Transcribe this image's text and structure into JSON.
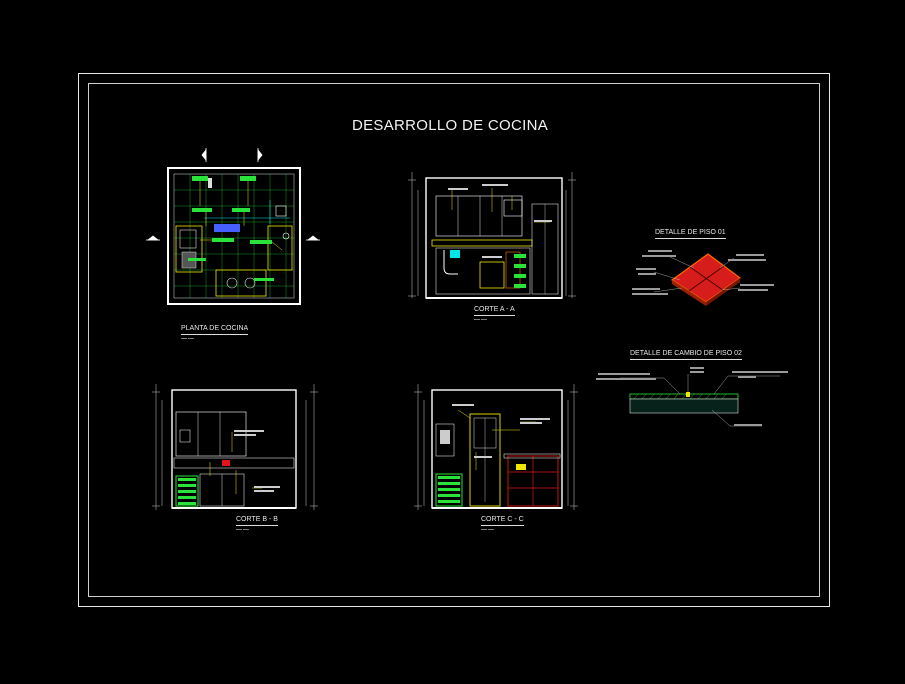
{
  "title": "DESARROLLO DE COCINA",
  "views": {
    "plan": {
      "label": "PLANTA  DE COCINA"
    },
    "section_a": {
      "label": "CORTE A - A"
    },
    "section_b": {
      "label": "CORTE B - B"
    },
    "section_c": {
      "label": "CORTE C - C"
    },
    "detail_1": {
      "label": "DETALLE DE  PISO 01"
    },
    "detail_2": {
      "label": "DETALLE DE  CAMBIO DE PISO 02"
    }
  },
  "colors": {
    "background": "#000000",
    "frame": "#e8e8e8",
    "wall": "#ffffff",
    "green": "#29e33a",
    "yellow": "#f2e600",
    "cyan": "#00e5e5",
    "blue": "#4660ff",
    "red": "#e01515",
    "orange": "#ff7a00"
  }
}
